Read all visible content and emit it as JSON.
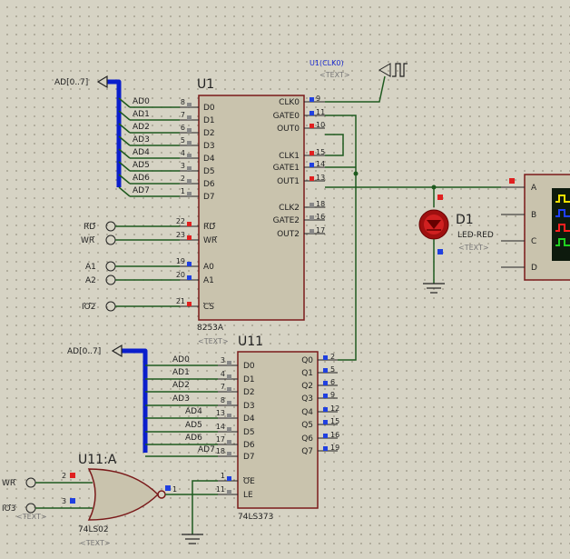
{
  "u1": {
    "ref": "U1",
    "part": "8253A",
    "placeholder": "<TEXT>",
    "left_pins": [
      {
        "name": "D0",
        "num": "8",
        "net": "AD0"
      },
      {
        "name": "D1",
        "num": "7",
        "net": "AD1"
      },
      {
        "name": "D2",
        "num": "6",
        "net": "AD2"
      },
      {
        "name": "D3",
        "num": "5",
        "net": "AD3"
      },
      {
        "name": "D4",
        "num": "4",
        "net": "AD4"
      },
      {
        "name": "D5",
        "num": "3",
        "net": "AD5"
      },
      {
        "name": "D6",
        "num": "2",
        "net": "AD6"
      },
      {
        "name": "D7",
        "num": "1",
        "net": "AD7"
      },
      {
        "name": "RD",
        "num": "22",
        "net": "RD",
        "bar": true
      },
      {
        "name": "WR",
        "num": "23",
        "net": "WR",
        "bar": true
      },
      {
        "name": "A0",
        "num": "19",
        "net": "A1"
      },
      {
        "name": "A1",
        "num": "20",
        "net": "A2"
      },
      {
        "name": "CS",
        "num": "21",
        "net": "IO2",
        "bar": true
      }
    ],
    "right_pins": [
      {
        "name": "CLK0",
        "num": "9"
      },
      {
        "name": "GATE0",
        "num": "11"
      },
      {
        "name": "OUT0",
        "num": "10"
      },
      {
        "name": "CLK1",
        "num": "15"
      },
      {
        "name": "GATE1",
        "num": "14"
      },
      {
        "name": "OUT1",
        "num": "13"
      },
      {
        "name": "CLK2",
        "num": "18"
      },
      {
        "name": "GATE2",
        "num": "16"
      },
      {
        "name": "OUT2",
        "num": "17"
      }
    ]
  },
  "u11": {
    "ref": "U11",
    "part": "74LS373",
    "left_pins": [
      {
        "name": "D0",
        "num": "3",
        "net": "AD0"
      },
      {
        "name": "D1",
        "num": "4",
        "net": "AD1"
      },
      {
        "name": "D2",
        "num": "7",
        "net": "AD2"
      },
      {
        "name": "D3",
        "num": "8",
        "net": "AD3"
      },
      {
        "name": "D4",
        "num": "13",
        "net": "AD4"
      },
      {
        "name": "D5",
        "num": "14",
        "net": "AD5"
      },
      {
        "name": "D6",
        "num": "17",
        "net": "AD6"
      },
      {
        "name": "D7",
        "num": "18",
        "net": "AD7"
      },
      {
        "name": "OE",
        "num": "1",
        "bar": true
      },
      {
        "name": "LE",
        "num": "11"
      }
    ],
    "right_pins": [
      {
        "name": "Q0",
        "num": "2"
      },
      {
        "name": "Q1",
        "num": "5"
      },
      {
        "name": "Q2",
        "num": "6"
      },
      {
        "name": "Q3",
        "num": "9"
      },
      {
        "name": "Q4",
        "num": "12"
      },
      {
        "name": "Q5",
        "num": "15"
      },
      {
        "name": "Q6",
        "num": "16"
      },
      {
        "name": "Q7",
        "num": "19"
      }
    ]
  },
  "u11a": {
    "ref": "U11:A",
    "part": "74LS02",
    "placeholder": "<TEXT>",
    "in1_num": "2",
    "in2_num": "3",
    "out_num": "1",
    "in1_net": "WR",
    "in2_net": "IO3",
    "in2_placeholder": "<TEXT>"
  },
  "clock": {
    "label": "U1(CLK0)",
    "placeholder": "<TEXT>"
  },
  "bus_label_top": "AD[0..7]",
  "bus_label_bottom": "AD[0..7]",
  "d1": {
    "ref": "D1",
    "part": "LED-RED",
    "placeholder": "<TEXT>"
  },
  "scope": {
    "channels": [
      "A",
      "B",
      "C",
      "D"
    ],
    "trace_colors": [
      "#f0e000",
      "#2040ff",
      "#ff2020",
      "#20d020"
    ]
  },
  "pin_colors": {
    "low": "#e02020",
    "high": "#2040e0",
    "float": "#888888"
  }
}
